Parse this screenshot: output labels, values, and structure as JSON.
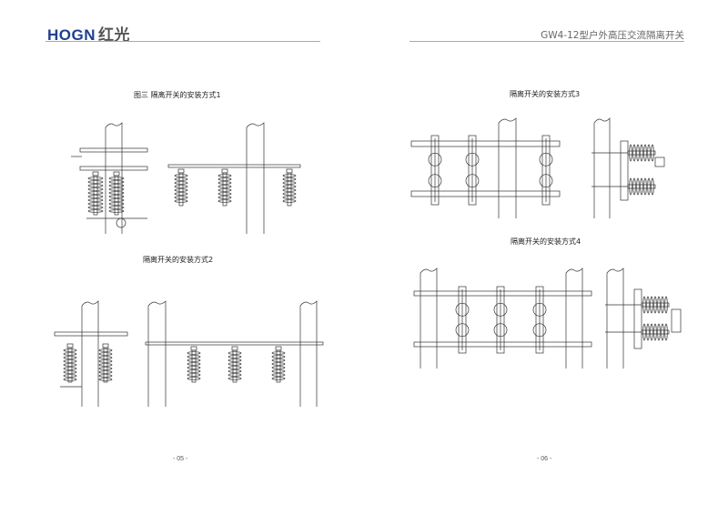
{
  "header": {
    "logo_text": "HOGN",
    "logo_cn": "红光",
    "title": "GW4-12型户外高压交流隔离开关"
  },
  "left_page": {
    "caption1": "图三  隔离开关的安装方式1",
    "caption2": "隔离开关的安装方式2",
    "page_number": "- 05 -"
  },
  "right_page": {
    "caption3": "隔离开关的安装方式3",
    "caption4": "隔离开关的安装方式4",
    "page_number": "- 06 -"
  },
  "colors": {
    "brand": "#1f3f8f",
    "line": "#333333"
  }
}
